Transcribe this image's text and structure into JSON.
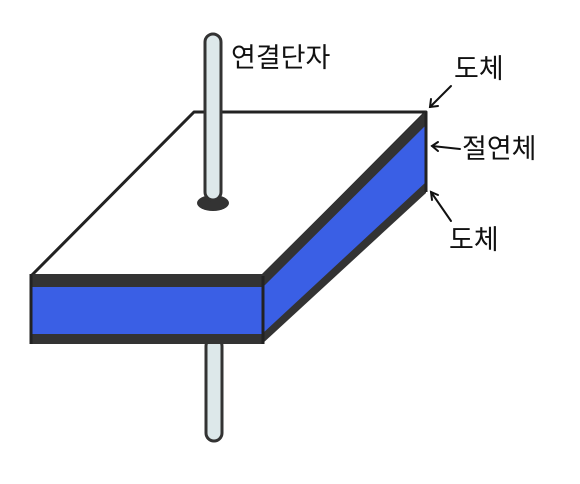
{
  "labels": {
    "terminal": "연결단자",
    "conductor_top": "도체",
    "insulator": "절연체",
    "conductor_bottom": "도체"
  },
  "colors": {
    "conductor": "#333333",
    "insulator": "#3a5fe5",
    "plate_top": "#ffffff",
    "terminal_fill": "#dde8ea",
    "terminal_stroke": "#333333",
    "outline": "#222222"
  }
}
